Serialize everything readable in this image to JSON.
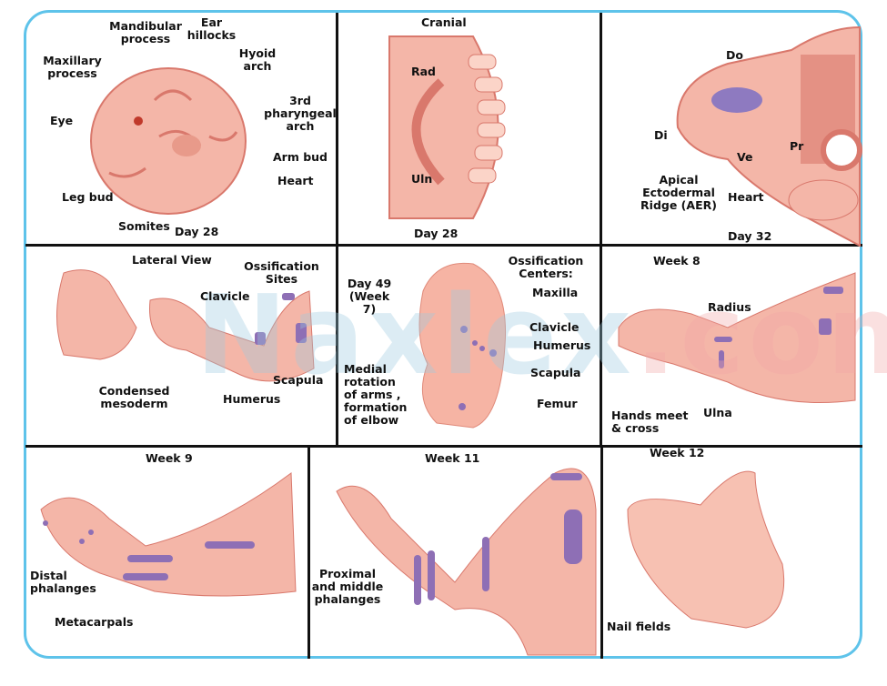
{
  "watermark": {
    "main": "Naxlex",
    "suffix": ".com"
  },
  "colors": {
    "border": "#5ec3ea",
    "skin": "#f4b6a8",
    "skin_dark": "#d9786c",
    "ossification": "#8e6fb5"
  },
  "panels": {
    "p1": {
      "caption": "Day 28",
      "labels": [
        "Mandibular process",
        "Ear hillocks",
        "Hyoid arch",
        "Maxillary process",
        "3rd pharyngeal arch",
        "Eye",
        "Arm bud",
        "Heart",
        "Leg bud",
        "Somites"
      ]
    },
    "p2": {
      "title": "Cranial",
      "caption": "Day 28",
      "labels": [
        "Rad",
        "Uln"
      ]
    },
    "p3": {
      "caption": "Day 32",
      "labels": [
        "Do",
        "Di",
        "Ve",
        "Pr",
        "Apical Ectodermal Ridge (AER)",
        "Heart"
      ]
    },
    "p4": {
      "title": "Lateral View",
      "labels": [
        "Ossification Sites",
        "Clavicle",
        "Condensed mesoderm",
        "Humerus",
        "Scapula"
      ]
    },
    "p5": {
      "title": "Day 49 (Week 7)",
      "labels": [
        "Ossification Centers:",
        "Maxilla",
        "Clavicle",
        "Humerus",
        "Scapula",
        "Femur"
      ],
      "note": "Medial rotation of arms , formation of elbow"
    },
    "p6": {
      "title": "Week 8",
      "labels": [
        "Radius",
        "Ulna",
        "Hands meet & cross"
      ]
    },
    "p7": {
      "title": "Week 9",
      "labels": [
        "Distal phalanges",
        "Metacarpals"
      ]
    },
    "p8": {
      "title": "Week 11",
      "labels": [
        "Proximal and middle phalanges"
      ]
    },
    "p9": {
      "title": "Week 12",
      "labels": [
        "Nail fields"
      ]
    }
  }
}
